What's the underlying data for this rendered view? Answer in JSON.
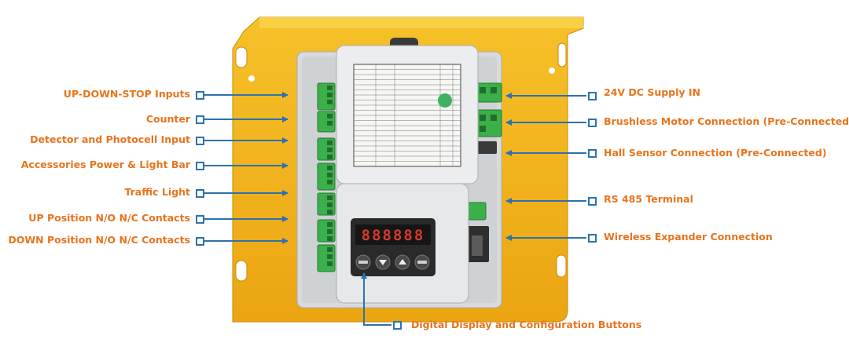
{
  "colors": {
    "label": "#e8741e",
    "arrow": "#2c72b0",
    "bracket": "#f1b41d",
    "panel": "#d8dadc",
    "cover": "#ebedee",
    "terminal": "#3bb04a",
    "display_bg": "#2a2a2a",
    "display_digit": "#d63a2a"
  },
  "labels_left": [
    "UP-DOWN-STOP Inputs",
    "Counter",
    "Detector and Photocell Input",
    "Accessories Power & Light Bar",
    "Traffic Light",
    "UP Position N/O N/C Contacts",
    "DOWN Position N/O N/C Contacts"
  ],
  "labels_right": [
    "24V DC Supply IN",
    "Brushless Motor Connection (Pre-Connected)",
    "Hall Sensor Connection (Pre-Connected)",
    "RS 485 Terminal",
    "Wireless Expander Connection"
  ],
  "label_bottom": "Digital Display and Configuration Buttons",
  "display": {
    "readout": "888888"
  },
  "buttons": [
    {
      "name": "menu-button",
      "icon": "menu-text"
    },
    {
      "name": "down-button",
      "icon": "triangle-down"
    },
    {
      "name": "up-button",
      "icon": "triangle-up"
    },
    {
      "name": "set-button",
      "icon": "set-text"
    }
  ]
}
